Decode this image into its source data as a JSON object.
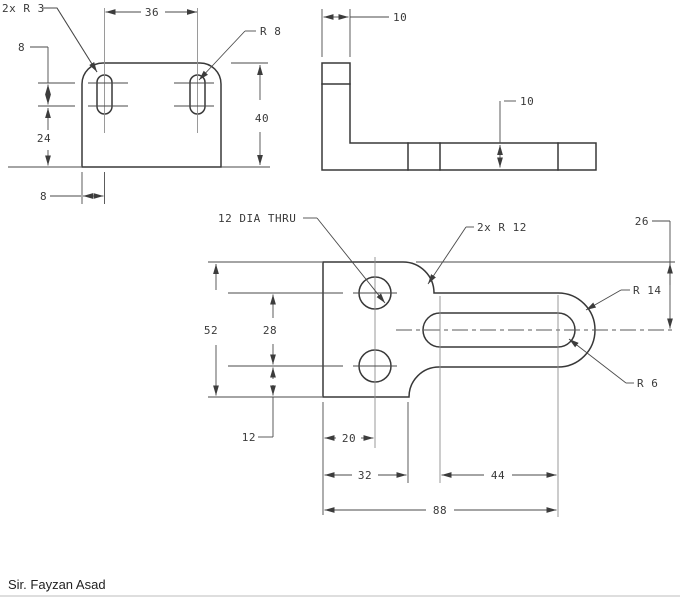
{
  "signature": "Sir. Fayzan Asad",
  "front_view": {
    "slot_radius_note": "2x R 3",
    "slot_pitch": "36",
    "corner_radius_note": "R 8",
    "slot_length": "8",
    "slot_to_bottom": "24",
    "height": "40",
    "edge_to_slot": "8"
  },
  "side_view": {
    "upright_thickness": "10",
    "base_thickness": "10"
  },
  "top_view": {
    "hole_note": "12 DIA THRU",
    "fillet_note": "2x R 12",
    "tip_center_offset": "26",
    "tip_radius_note": "R 14",
    "slot_radius_note": "R 6",
    "width": "52",
    "hole_pitch": "28",
    "hole_to_edge": "12",
    "hole_offset": "20",
    "step_length": "32",
    "slot_span": "44",
    "overall_length": "88"
  }
}
